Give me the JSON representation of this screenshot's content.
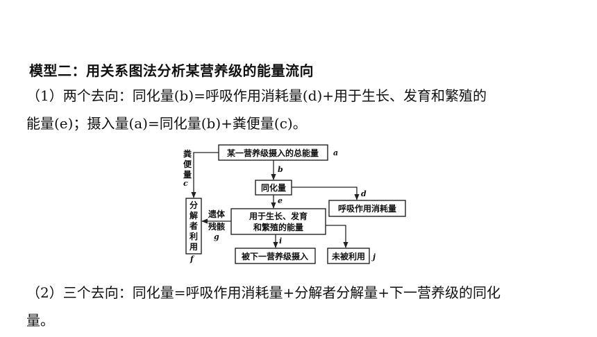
{
  "heading": "模型二：用关系图法分析某营养级的能量流向",
  "paragraph1": {
    "line1": "（1）两个去向：同化量(b)=呼吸作用消耗量(d)+用于生长、发育和繁殖的",
    "line2": "能量(e)；摄入量(a)=同化量(b)+粪便量(c)。"
  },
  "diagram": {
    "nodes": {
      "intake": "某一营养级摄入的总能量",
      "assimilation": "同化量",
      "respiration": "呼吸作用消耗量",
      "growth_line1": "用于生长、发育",
      "growth_line2": "和繁殖的能量",
      "next_level": "被下一营养级摄入",
      "unused": "未被利用",
      "decomposer": [
        "分",
        "解",
        "者",
        "利",
        "用"
      ]
    },
    "labels": {
      "a": "a",
      "b": "b",
      "c": "c",
      "d": "d",
      "e": "e",
      "f": "f",
      "g": "g",
      "i": "i",
      "j": "j",
      "feces": [
        "粪",
        "便",
        "量"
      ],
      "remains_line1": "遗体",
      "remains_line2": "残骸"
    }
  },
  "paragraph2": {
    "line1": "（2）三个去向：同化量=呼吸作用消耗量+分解者分解量+下一营养级的同化",
    "line2": "量。"
  }
}
